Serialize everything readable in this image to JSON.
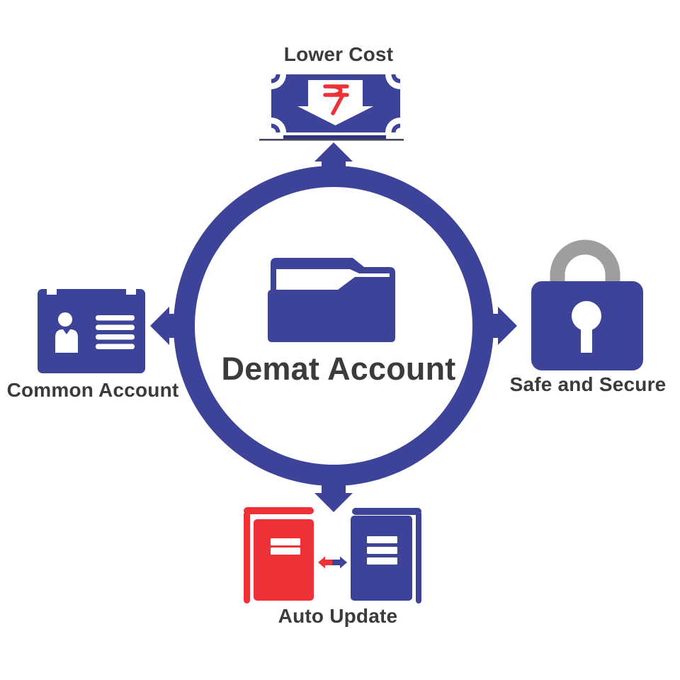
{
  "center": {
    "title": "Demat Account",
    "icon": "folder-icon"
  },
  "benefits": {
    "top": {
      "label": "Lower Cost",
      "icon": "rupee-banknote-down-arrow-icon"
    },
    "right": {
      "label": "Safe and Secure",
      "icon": "padlock-icon"
    },
    "bottom": {
      "label": "Auto Update",
      "icon": "sync-documents-icon"
    },
    "left": {
      "label": "Common Account",
      "icon": "id-card-icon"
    }
  },
  "currency_symbol": "₹",
  "palette": {
    "blue": "#3c4399",
    "red": "#ed3237",
    "gray": "#9e9e9e",
    "text": "#3b3b3b",
    "navy": "#2d3282",
    "line": "#45455e",
    "bg": "#ffffff"
  }
}
